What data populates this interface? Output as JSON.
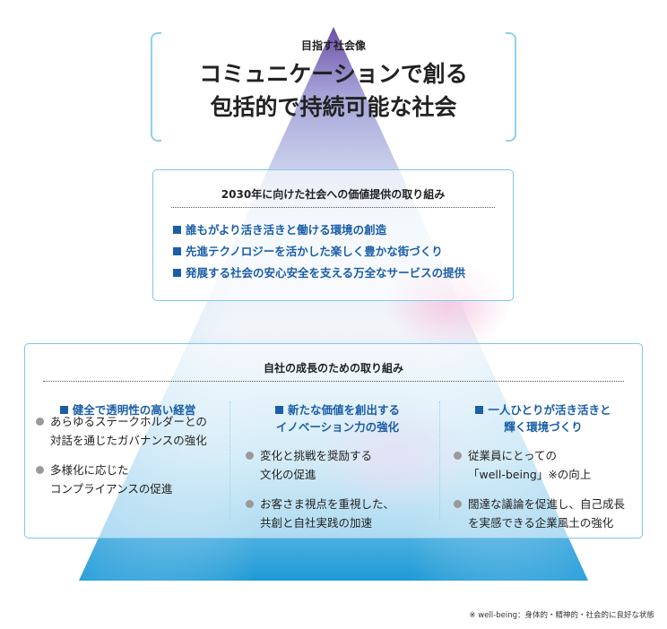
{
  "vision": {
    "caption": "目指す社会像",
    "title_line1": "コミュニケーションで創る",
    "title_line2": "包括的で持続可能な社会"
  },
  "initiatives_2030": {
    "title": "2030年に向けた社会への価値提供の取り組み",
    "items": [
      "誰もがより活き活きと働ける環境の創造",
      "先進テクノロジーを活かした楽しく豊かな街づくり",
      "発展する社会の安心安全を支える万全なサービスの提供"
    ]
  },
  "growth": {
    "title": "自社の成長のための取り組み",
    "columns": [
      {
        "head_line1": "健全で透明性の高い経営",
        "head_line2": "",
        "items": [
          {
            "line1": "あらゆるステークホルダーとの",
            "line2": "対話を通じたガバナンスの強化"
          },
          {
            "line1": "多様化に応じた",
            "line2": "コンプライアンスの促進"
          }
        ]
      },
      {
        "head_line1": "新たな価値を創出する",
        "head_line2": "イノベーション力の強化",
        "items": [
          {
            "line1": "変化と挑戦を奨励する",
            "line2": "文化の促進"
          },
          {
            "line1": "お客さま視点を重視した、",
            "line2": "共創と自社実践の加速"
          }
        ]
      },
      {
        "head_line1": "一人ひとりが活き活きと",
        "head_line2": "輝く環境づくり",
        "items": [
          {
            "line1": "従業員にとっての",
            "line2": "「well-being」※の向上"
          },
          {
            "line1": "闊達な議論を促進し、自己成長",
            "line2": "を実感できる企業風土の強化"
          }
        ]
      }
    ]
  },
  "footnote": "※ well-being：身体的・精神的・社会的に良好な状態",
  "colors": {
    "accent_blue": "#1a5ea8",
    "border_light_blue": "#7fc6e8",
    "pyramid_base": "#1e9ad6",
    "pyramid_tip": "#6e4fa8"
  }
}
